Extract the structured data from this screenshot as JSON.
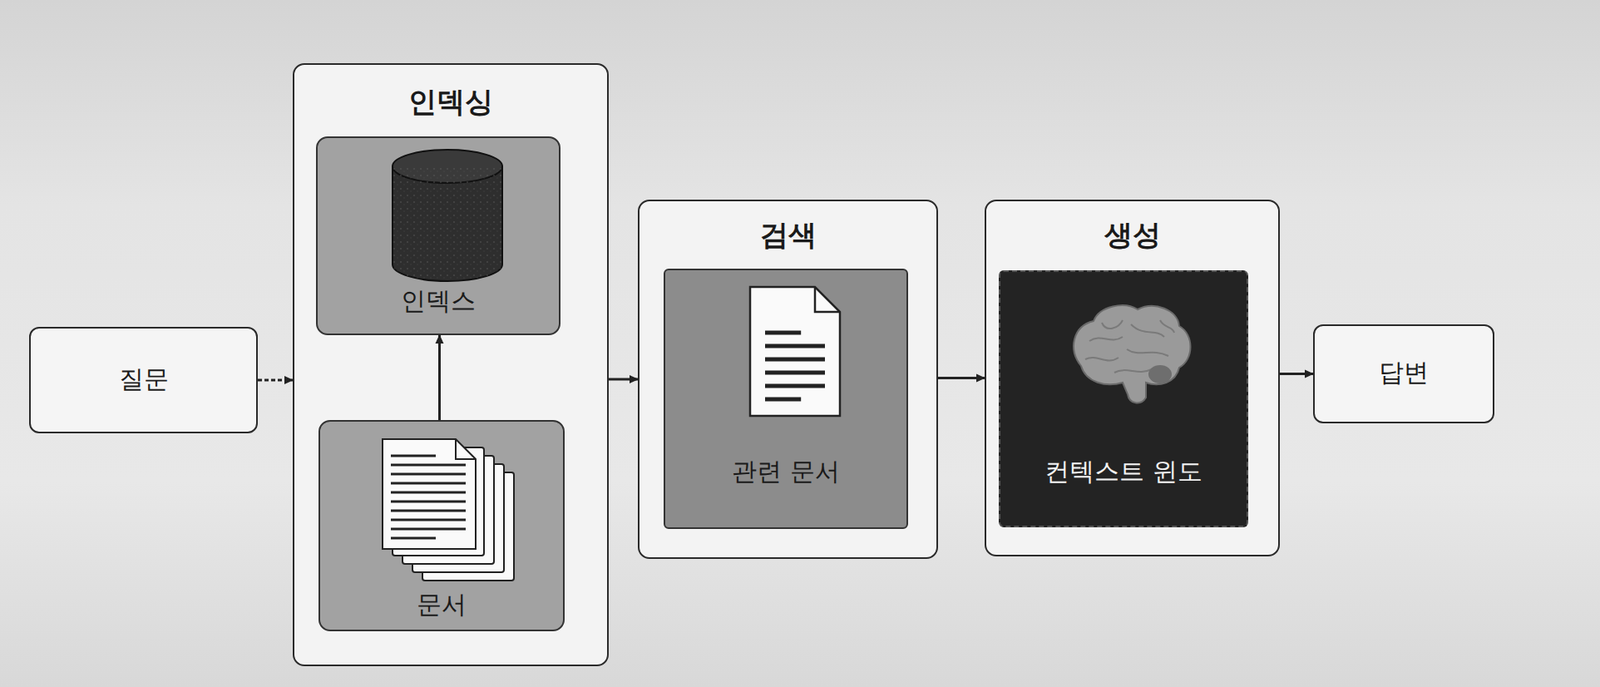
{
  "diagram": {
    "nodes": [
      {
        "text": [
          "질문"
        ]
      },
      {
        "text": [
          "인덱싱"
        ]
      },
      {
        "text": [
          "인덱스"
        ],
        "in": 1
      },
      {
        "text": [
          "문서"
        ],
        "in": 1
      },
      {
        "text": [
          "검색"
        ]
      },
      {
        "text": [
          "관련 문서"
        ],
        "in": 4
      },
      {
        "text": [
          "생성"
        ]
      },
      {
        "text": [
          "컨텍스트 윈도"
        ],
        "in": 6
      },
      {
        "text": [
          "답변"
        ]
      }
    ],
    "edges": [
      {
        "from": 0,
        "to": 1,
        "arrow": "to"
      },
      {
        "from": 3,
        "to": 2,
        "arrow": "to"
      },
      {
        "from": 1,
        "to": 4,
        "arrow": "to"
      },
      {
        "from": 4,
        "to": 6,
        "arrow": "to"
      },
      {
        "from": 6,
        "to": 8,
        "arrow": "to"
      }
    ]
  }
}
